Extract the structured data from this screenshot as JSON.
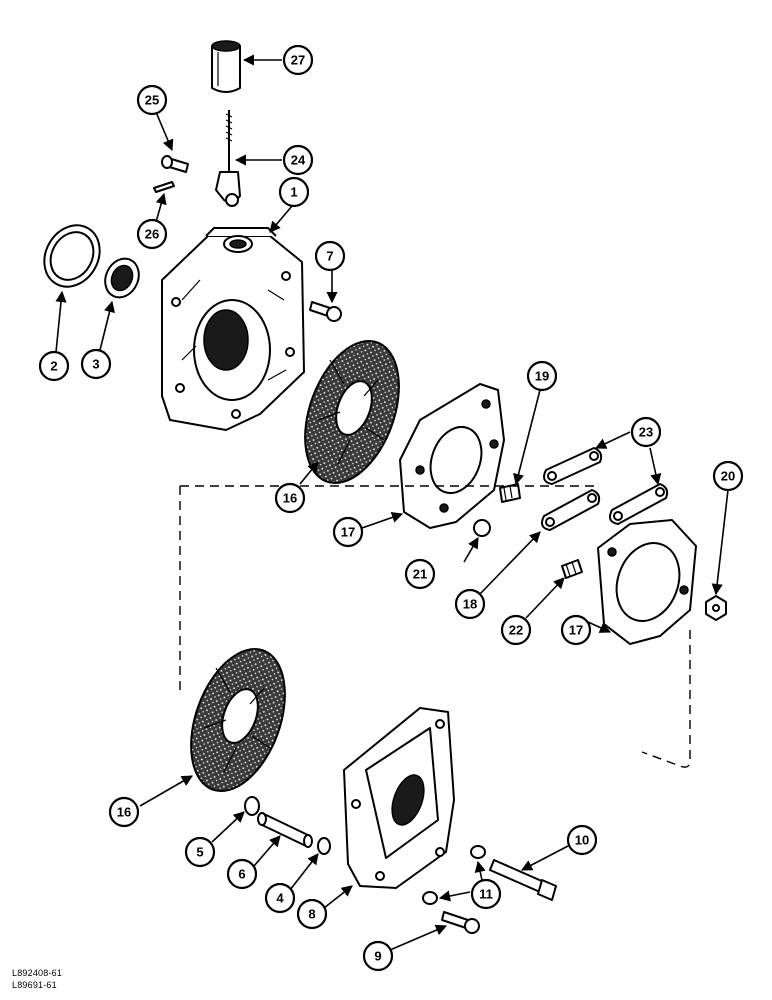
{
  "callouts": [
    "1",
    "2",
    "3",
    "4",
    "5",
    "6",
    "7",
    "8",
    "9",
    "10",
    "11",
    "16",
    "16",
    "17",
    "17",
    "18",
    "19",
    "20",
    "21",
    "22",
    "23",
    "24",
    "25",
    "26",
    "27"
  ],
  "refs": {
    "ref1": "L892408-61",
    "ref2": "L89691-61"
  }
}
